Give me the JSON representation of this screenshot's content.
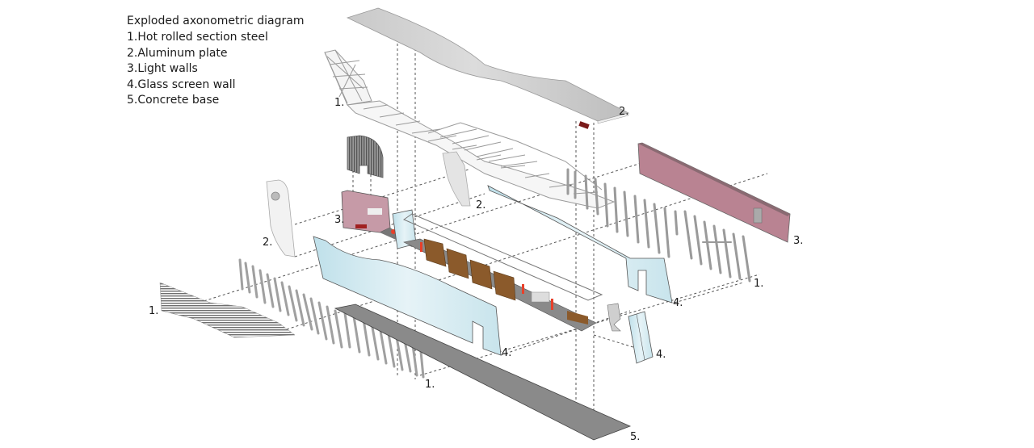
{
  "legend": {
    "title": "Exploded axonometric diagram",
    "items": [
      {
        "num": 1,
        "label": "1.Hot rolled section steel"
      },
      {
        "num": 2,
        "label": "2.Aluminum plate"
      },
      {
        "num": 3,
        "label": "3.Light walls"
      },
      {
        "num": 4,
        "label": "4.Glass screen wall"
      },
      {
        "num": 5,
        "label": "5.Concrete base"
      }
    ]
  },
  "callouts": {
    "roof_plate": "2.",
    "roof_truss": "1.",
    "pink_wall_right": "3.",
    "pink_box": "3.",
    "white_panel_mid": "2.",
    "white_panel_left": "2.",
    "left_grille": "1.",
    "right_fins": "1.",
    "right_glass": "4.",
    "front_glass": "4.",
    "small_glass": "4.",
    "front_fins": "1.",
    "base": "5."
  },
  "colors": {
    "roof": "#c8c8c8",
    "steel": "#d0d0d0",
    "light_wall": "#b98392",
    "glass": "#cfe8ef",
    "concrete": "#8a8a8a",
    "shelves": "#8b5a2b",
    "figure_red": "#e8402a"
  }
}
